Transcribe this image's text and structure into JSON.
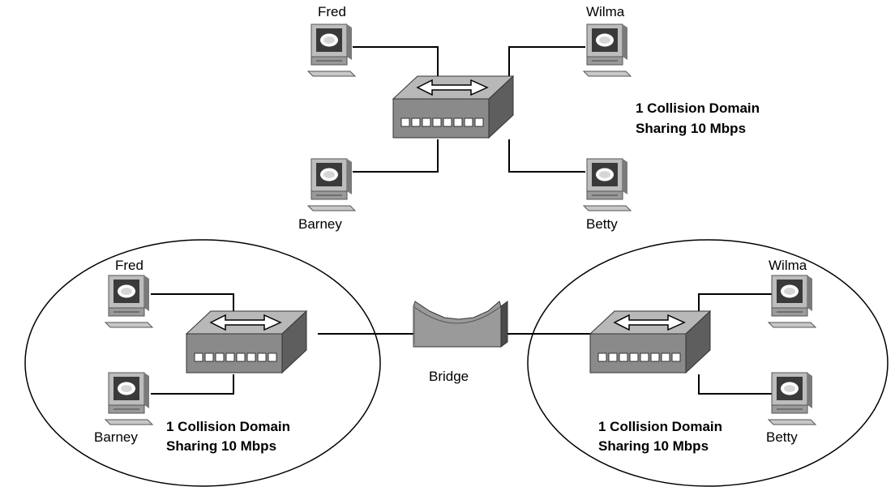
{
  "top_network": {
    "stations": {
      "fred": "Fred",
      "wilma": "Wilma",
      "barney": "Barney",
      "betty": "Betty"
    },
    "domain_line1": "1 Collision Domain",
    "domain_line2": "Sharing 10 Mbps"
  },
  "left_network": {
    "stations": {
      "fred": "Fred",
      "barney": "Barney"
    },
    "domain_line1": "1 Collision Domain",
    "domain_line2": "Sharing 10 Mbps"
  },
  "right_network": {
    "stations": {
      "wilma": "Wilma",
      "betty": "Betty"
    },
    "domain_line1": "1 Collision Domain",
    "domain_line2": "Sharing 10 Mbps"
  },
  "bridge_label": "Bridge",
  "colors": {
    "device_front": "#8a8a8a",
    "device_top": "#b8b8b8",
    "device_side": "#5e5e5e",
    "screen": "#3a3a3a"
  },
  "icons": {
    "station": "workstation-icon",
    "hub": "hub-icon",
    "bridge": "bridge-icon"
  }
}
